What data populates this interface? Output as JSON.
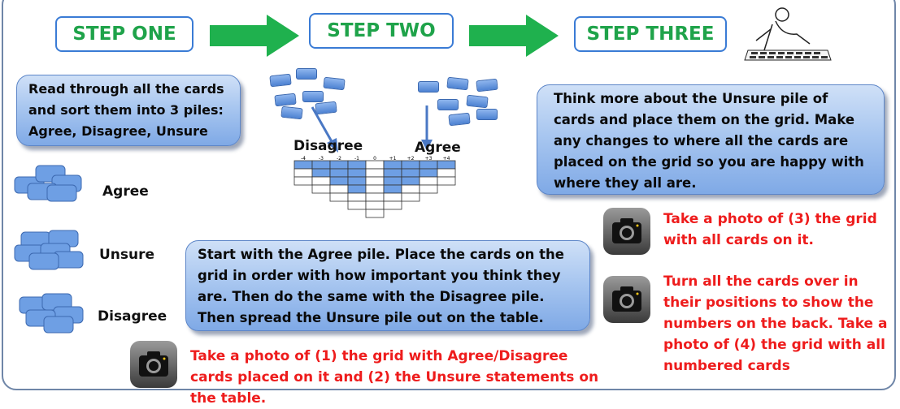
{
  "header": {
    "title": "STEP ONE / STEP TWO / STEP THREE"
  },
  "steps": [
    {
      "label": "STEP ONE"
    },
    {
      "label": "STEP TWO"
    },
    {
      "label": "STEP THREE"
    }
  ],
  "step_one": {
    "instruction": "Read through all the cards and sort them into 3 piles: Agree, Disagree, Unsure",
    "piles": [
      {
        "label": "Agree"
      },
      {
        "label": "Unsure"
      },
      {
        "label": "Disagree"
      }
    ]
  },
  "step_two": {
    "grid_left_label": "Disagree",
    "grid_right_label": "Agree",
    "grid_columns": [
      "-4",
      "-3",
      "-2",
      "-1",
      "0",
      "+1",
      "+2",
      "+3",
      "+4"
    ],
    "instruction": "Start with the Agree pile. Place the cards on the grid in order with how important you think they are. Then do the same with the Disagree pile. Then spread the Unsure pile out on the table.",
    "photo_note": "Take a photo of (1) the grid with Agree/Disagree cards placed on it and (2) the Unsure statements on the table."
  },
  "step_three": {
    "instruction": "Think more about the Unsure pile of cards and place them on the grid. Make any changes to where all the cards are placed on the grid so you are happy with where they all are.",
    "photo_note_1": "Take a photo of (3) the grid with all cards on it.",
    "photo_note_2": "Turn all the cards over in their positions to show the numbers on the back. Take a photo of (4) the grid with all numbered cards"
  },
  "colors": {
    "step_text": "#1fa34a",
    "arrow": "#1fb14e",
    "note": "#ee1c1c",
    "box": "#a9c7f0"
  },
  "icons": [
    "arrow-right-icon",
    "camera-icon",
    "card-pile-icon",
    "person-sorting-icon"
  ]
}
